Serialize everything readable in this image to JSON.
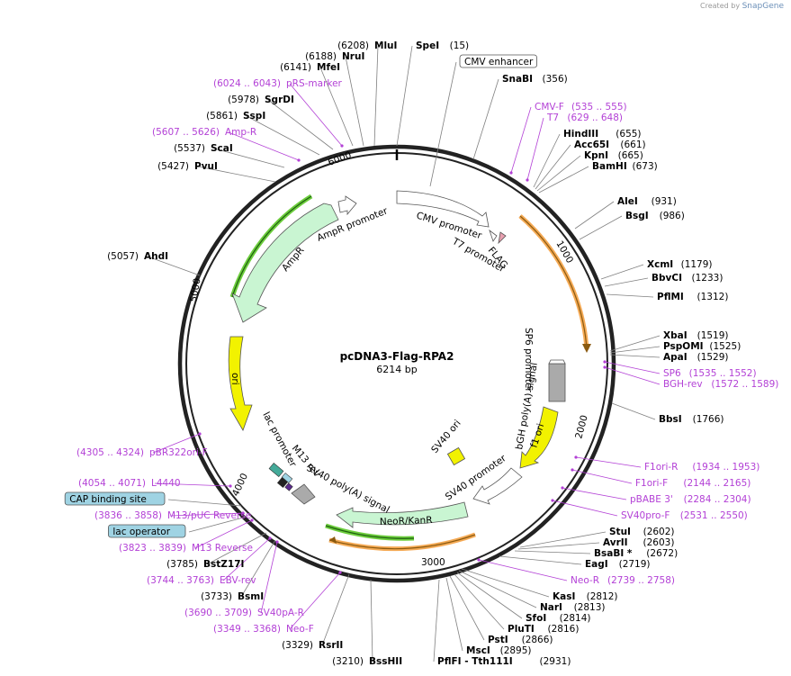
{
  "credit": {
    "prefix": "Created by",
    "brand": "SnapGene"
  },
  "plasmid": {
    "name": "pcDNA3-Flag-RPA2",
    "length": "6214 bp"
  },
  "ticks": [
    "1000",
    "2000",
    "3000",
    "4000",
    "5000",
    "6000"
  ],
  "sites": [
    {
      "name": "SpeI",
      "pos": "(15)",
      "kind": "enz",
      "side": "R"
    },
    {
      "name": "CMV enhancer",
      "pos": "",
      "kind": "box",
      "side": "R"
    },
    {
      "name": "SnaBI",
      "pos": "(356)",
      "kind": "enz",
      "side": "R"
    },
    {
      "name": "CMV-F",
      "pos": "(535 .. 555)",
      "kind": "primer",
      "side": "R"
    },
    {
      "name": "T7",
      "pos": "(629 .. 648)",
      "kind": "primer",
      "side": "R"
    },
    {
      "name": "HindIII",
      "pos": "(655)",
      "kind": "enz",
      "side": "R"
    },
    {
      "name": "Acc65I",
      "pos": "(661)",
      "kind": "enz",
      "side": "R"
    },
    {
      "name": "KpnI",
      "pos": "(665)",
      "kind": "enz",
      "side": "R"
    },
    {
      "name": "BamHI",
      "pos": "(673)",
      "kind": "enz",
      "side": "R"
    },
    {
      "name": "AleI",
      "pos": "(931)",
      "kind": "enz",
      "side": "R"
    },
    {
      "name": "BsgI",
      "pos": "(986)",
      "kind": "enz",
      "side": "R"
    },
    {
      "name": "XcmI",
      "pos": "(1179)",
      "kind": "enz",
      "side": "R"
    },
    {
      "name": "BbvCI",
      "pos": "(1233)",
      "kind": "enz",
      "side": "R"
    },
    {
      "name": "PflMI",
      "pos": "(1312)",
      "kind": "enz",
      "side": "R"
    },
    {
      "name": "XbaI",
      "pos": "(1519)",
      "kind": "enz",
      "side": "R"
    },
    {
      "name": "PspOMI",
      "pos": "(1525)",
      "kind": "enz",
      "side": "R"
    },
    {
      "name": "ApaI",
      "pos": "(1529)",
      "kind": "enz",
      "side": "R"
    },
    {
      "name": "SP6",
      "pos": "(1535 .. 1552)",
      "kind": "primer",
      "side": "R"
    },
    {
      "name": "BGH-rev",
      "pos": "(1572 .. 1589)",
      "kind": "primer",
      "side": "R"
    },
    {
      "name": "BbsI",
      "pos": "(1766)",
      "kind": "enz",
      "side": "R"
    },
    {
      "name": "F1ori-R",
      "pos": "(1934 .. 1953)",
      "kind": "primer",
      "side": "R"
    },
    {
      "name": "F1ori-F",
      "pos": "(2144 .. 2165)",
      "kind": "primer",
      "side": "R"
    },
    {
      "name": "pBABE 3'",
      "pos": "(2284 .. 2304)",
      "kind": "primer",
      "side": "R"
    },
    {
      "name": "SV40pro-F",
      "pos": "(2531 .. 2550)",
      "kind": "primer",
      "side": "R"
    },
    {
      "name": "StuI",
      "pos": "(2602)",
      "kind": "enz",
      "side": "R"
    },
    {
      "name": "AvrII",
      "pos": "(2603)",
      "kind": "enz",
      "side": "R"
    },
    {
      "name": "BsaBI *",
      "pos": "(2672)",
      "kind": "enz",
      "side": "R"
    },
    {
      "name": "EagI",
      "pos": "(2719)",
      "kind": "enz",
      "side": "R"
    },
    {
      "name": "Neo-R",
      "pos": "(2739 .. 2758)",
      "kind": "primer",
      "side": "R"
    },
    {
      "name": "KasI",
      "pos": "(2812)",
      "kind": "enz",
      "side": "R"
    },
    {
      "name": "NarI",
      "pos": "(2813)",
      "kind": "enz",
      "side": "R"
    },
    {
      "name": "SfoI",
      "pos": "(2814)",
      "kind": "enz",
      "side": "R"
    },
    {
      "name": "PluTI",
      "pos": "(2816)",
      "kind": "enz",
      "side": "R"
    },
    {
      "name": "PstI",
      "pos": "(2866)",
      "kind": "enz",
      "side": "R"
    },
    {
      "name": "MscI",
      "pos": "(2895)",
      "kind": "enz",
      "side": "R"
    },
    {
      "name": "PflFI - Tth111I",
      "pos": "(2931)",
      "kind": "enz",
      "side": "R"
    },
    {
      "name": "BssHII",
      "pos": "(3210)",
      "kind": "enz",
      "side": "L"
    },
    {
      "name": "RsrII",
      "pos": "(3329)",
      "kind": "enz",
      "side": "L"
    },
    {
      "name": "Neo-F",
      "pos": "(3349 .. 3368)",
      "kind": "primer",
      "side": "L"
    },
    {
      "name": "SV40pA-R",
      "pos": "(3690 .. 3709)",
      "kind": "primer",
      "side": "L"
    },
    {
      "name": "BsmI",
      "pos": "(3733)",
      "kind": "enz",
      "side": "L"
    },
    {
      "name": "EBV-rev",
      "pos": "(3744 .. 3763)",
      "kind": "primer",
      "side": "L"
    },
    {
      "name": "BstZ17I",
      "pos": "(3785)",
      "kind": "enz",
      "side": "L"
    },
    {
      "name": "M13 Reverse",
      "pos": "(3823 .. 3839)",
      "kind": "primer",
      "side": "L"
    },
    {
      "name": "lac operator",
      "pos": "",
      "kind": "box",
      "side": "L"
    },
    {
      "name": "M13/pUC Reverse",
      "pos": "(3836 .. 3858)",
      "kind": "primer",
      "side": "L"
    },
    {
      "name": "CAP binding site",
      "pos": "",
      "kind": "box",
      "side": "L"
    },
    {
      "name": "L4440",
      "pos": "(4054 .. 4071)",
      "kind": "primer",
      "side": "L"
    },
    {
      "name": "pBR322ori-F",
      "pos": "(4305 .. 4324)",
      "kind": "primer",
      "side": "L"
    },
    {
      "name": "AhdI",
      "pos": "(5057)",
      "kind": "enz",
      "side": "L"
    },
    {
      "name": "PvuI",
      "pos": "(5427)",
      "kind": "enz",
      "side": "L"
    },
    {
      "name": "ScaI",
      "pos": "(5537)",
      "kind": "enz",
      "side": "L"
    },
    {
      "name": "Amp-R",
      "pos": "(5607 .. 5626)",
      "kind": "primer",
      "side": "L"
    },
    {
      "name": "SspI",
      "pos": "(5861)",
      "kind": "enz",
      "side": "L"
    },
    {
      "name": "SgrDI",
      "pos": "(5978)",
      "kind": "enz",
      "side": "L"
    },
    {
      "name": "pRS-marker",
      "pos": "(6024 .. 6043)",
      "kind": "primer",
      "side": "L"
    },
    {
      "name": "MfeI",
      "pos": "(6141)",
      "kind": "enz",
      "side": "L"
    },
    {
      "name": "NruI",
      "pos": "(6188)",
      "kind": "enz",
      "side": "L"
    },
    {
      "name": "MluI",
      "pos": "(6208)",
      "kind": "enz",
      "side": "L"
    }
  ],
  "features": {
    "cmv_promoter": "CMV promoter",
    "t7_promoter": "T7 promoter",
    "flag": "FLAG",
    "ampr_promoter": "AmpR promoter",
    "ampr": "AmpR",
    "ori": "ori",
    "sp6_promoter": "SP6 promoter",
    "bgh": "bGH poly(A) signal",
    "f1ori": "f1 ori",
    "sv40_ori": "SV40 ori",
    "sv40_promoter": "SV40 promoter",
    "neor": "NeoR/KanR",
    "sv40_polya": "SV40 poly(A) signal",
    "m13_rev": "M13 rev",
    "lac_promoter": "lac promoter"
  },
  "colors": {
    "enzyme": "#000000",
    "primer": "#b341d6",
    "ampr_fill": "#c9f5d2",
    "ori_fill": "#f2f200",
    "orf_arc": "#f4a142",
    "gene_arc": "#52c41a",
    "promoter_fill": "#ffffff",
    "polya_fill": "#aaaaaa",
    "box_fill": "#9fd3e3"
  }
}
